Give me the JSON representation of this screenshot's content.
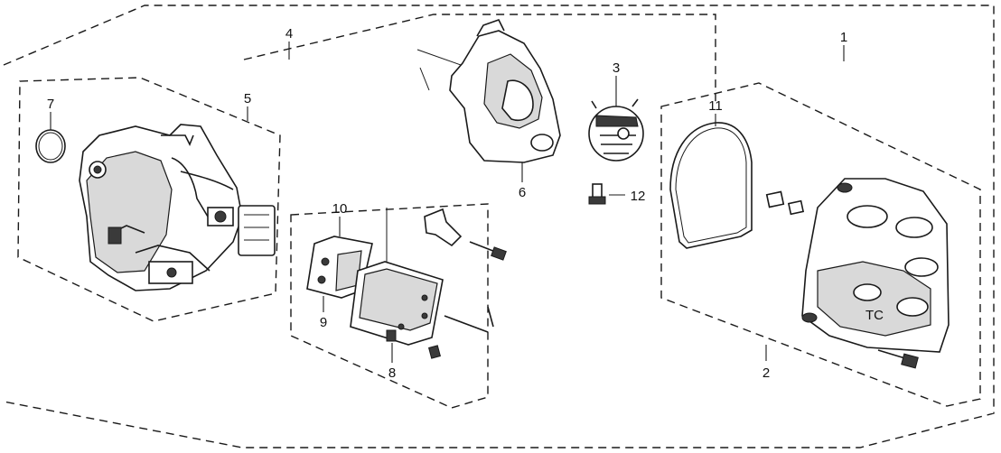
{
  "diagram": {
    "type": "exploded-parts-diagram",
    "subject": "distributor assembly",
    "callouts": [
      {
        "id": "c1",
        "label": "1"
      },
      {
        "id": "c2",
        "label": "2"
      },
      {
        "id": "c3",
        "label": "3"
      },
      {
        "id": "c4",
        "label": "4"
      },
      {
        "id": "c5",
        "label": "5"
      },
      {
        "id": "c6",
        "label": "6"
      },
      {
        "id": "c7",
        "label": "7"
      },
      {
        "id": "c8",
        "label": "8"
      },
      {
        "id": "c9",
        "label": "9"
      },
      {
        "id": "c10",
        "label": "10"
      },
      {
        "id": "c11",
        "label": "11"
      },
      {
        "id": "c12",
        "label": "12"
      }
    ],
    "watermark_text": "TC"
  }
}
